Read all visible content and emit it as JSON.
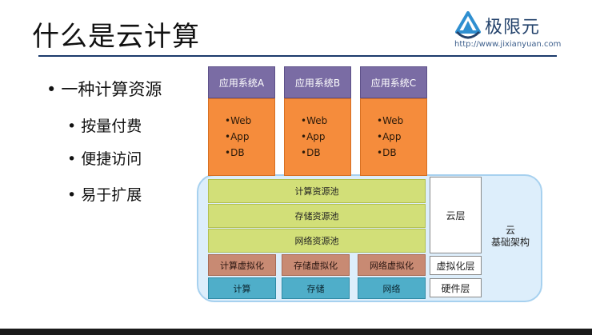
{
  "slide": {
    "title": "什么是云计算",
    "logo": {
      "name": "极限元",
      "url": "http://www.jixianyuan.com"
    },
    "bullets": [
      {
        "dot": "•",
        "text": "一种计算资源"
      },
      {
        "dot": "•",
        "text": "按量付费"
      },
      {
        "dot": "•",
        "text": "便捷访问"
      },
      {
        "dot": "•",
        "text": "易于扩展"
      }
    ],
    "diagram": {
      "apps": [
        {
          "name": "应用系统A",
          "items": [
            "•Web",
            "•App",
            "•DB"
          ]
        },
        {
          "name": "应用系统B",
          "items": [
            "•Web",
            "•App",
            "•DB"
          ]
        },
        {
          "name": "应用系统C",
          "items": [
            "•Web",
            "•App",
            "•DB"
          ]
        }
      ],
      "pools": [
        "计算资源池",
        "存储资源池",
        "网络资源池"
      ],
      "virtualization": [
        "计算虚拟化",
        "存储虚拟化",
        "网络虚拟化"
      ],
      "hardware": [
        "计算",
        "存储",
        "网络"
      ],
      "layers": {
        "cloud": "云层",
        "virtualization": "虚拟化层",
        "hardware": "硬件层"
      },
      "infra_label": [
        "云",
        "基础架构"
      ]
    },
    "colors": {
      "app_header": "#7a6ca4",
      "app_body": "#f58c3c",
      "pool": "#d2df78",
      "virtualization": "#c88a73",
      "hardware": "#4faec9",
      "cloud_frame": "#ddeefb",
      "title_rule": "#1b3a6b"
    }
  }
}
